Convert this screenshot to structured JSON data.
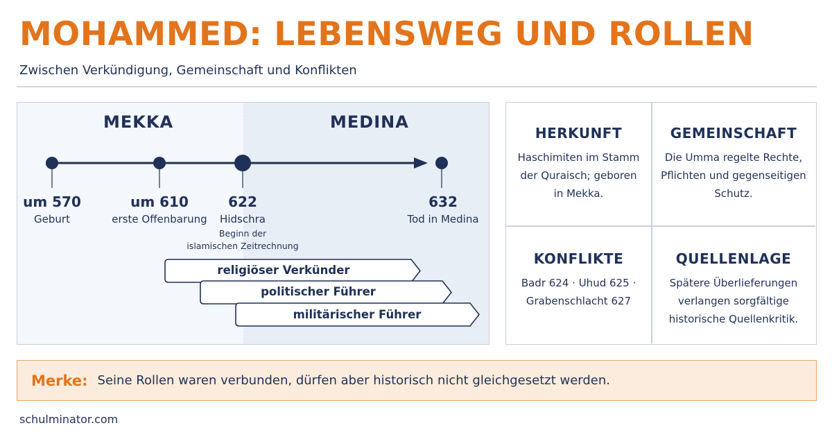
{
  "title": "MOHAMMED: LEBENSWEG UND ROLLEN",
  "subtitle": "Zwischen Verkündigung, Gemeinschaft und Konflikten",
  "timeline": {
    "regions": [
      "MEKKA",
      "MEDINA"
    ],
    "events": [
      {
        "year": "um 570",
        "label": "Geburt",
        "note1": "",
        "note2": ""
      },
      {
        "year": "um 610",
        "label": "erste Offenbarung",
        "note1": "",
        "note2": ""
      },
      {
        "year": "622",
        "label": "Hidschra",
        "note1": "Beginn der",
        "note2": "islamischen Zeitrechnung"
      },
      {
        "year": "632",
        "label": "Tod in Medina",
        "note1": "",
        "note2": ""
      }
    ],
    "roles": [
      "religiöser Verkünder",
      "politischer Führer",
      "militärischer Führer"
    ]
  },
  "info": {
    "herkunft": {
      "title": "HERKUNFT",
      "lines": [
        "Haschimiten im Stamm",
        "der Quraisch; geboren",
        "in Mekka."
      ]
    },
    "gemeinschaft": {
      "title": "GEMEINSCHAFT",
      "lines": [
        "Die Umma regelte Rechte,",
        "Pflichten und gegenseitigen",
        "Schutz."
      ]
    },
    "konflikte": {
      "title": "KONFLIKTE",
      "lines": [
        "Badr 624 · Uhud 625 ·",
        "Grabenschlacht 627"
      ]
    },
    "quellenlage": {
      "title": "QUELLENLAGE",
      "lines": [
        "Spätere Überlieferungen",
        "verlangen sorgfältige",
        "historische Quellenkritik."
      ]
    }
  },
  "merke": {
    "label": "Merke:",
    "text": "Seine Rollen waren verbunden, dürfen aber historisch nicht gleichgesetzt werden."
  },
  "footer": "schulminator.com",
  "colors": {
    "accent": "#e2741c",
    "navy": "#1f3157",
    "panel": "#f4f7fb",
    "medina_panel": "#e8eef6",
    "merke_bg": "#fcecdd"
  }
}
